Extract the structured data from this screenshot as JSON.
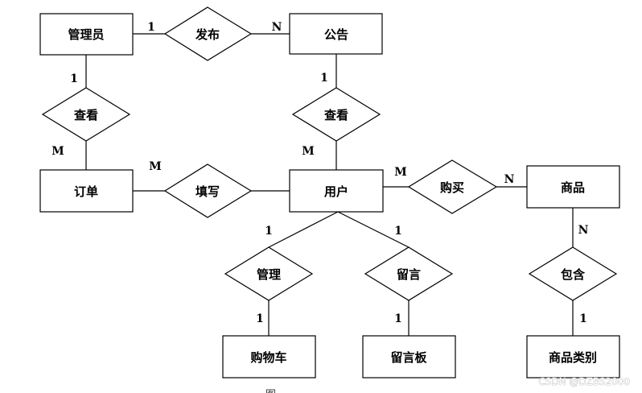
{
  "entities": {
    "admin": "管理员",
    "notice": "公告",
    "order": "订单",
    "user": "用户",
    "product": "商品",
    "cart": "购物车",
    "board": "留言板",
    "category": "商品类别"
  },
  "relationships": {
    "publish": "发布",
    "view_admin": "查看",
    "view_user": "查看",
    "fill": "填写",
    "buy": "购买",
    "manage": "管理",
    "message": "留言",
    "contain": "包含"
  },
  "cardinalities": {
    "admin_publish": "1",
    "publish_notice": "N",
    "admin_view": "1",
    "view_order": "M",
    "notice_view": "1",
    "view_user": "M",
    "order_fill": "M",
    "user_buy": "M",
    "buy_product": "N",
    "user_manage": "1",
    "manage_cart": "1",
    "user_message": "1",
    "message_board": "1",
    "product_contain": "N",
    "contain_category": "1"
  },
  "caption": "图",
  "watermark": "CSDN @DZBS2000"
}
